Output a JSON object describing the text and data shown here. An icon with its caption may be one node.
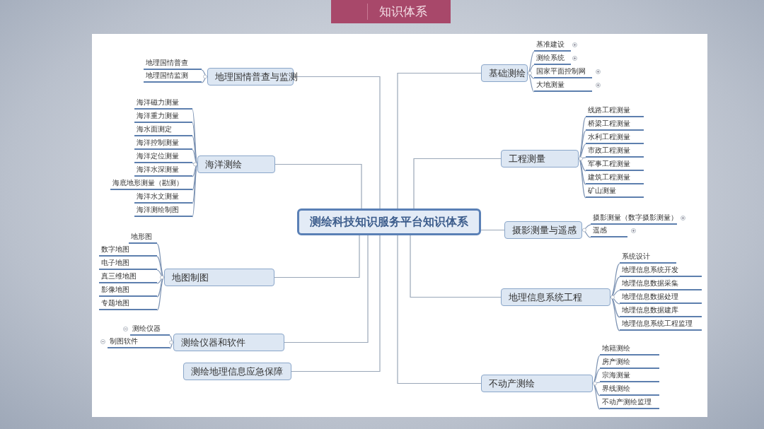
{
  "diagram": {
    "title": "知识体系",
    "nodes": [
      {
        "text": [
          "测绘科技知识服务平台知识体系"
        ]
      },
      {
        "text": [
          "地理国情普查与监测"
        ]
      },
      {
        "text": [
          "地理国情普查"
        ]
      },
      {
        "text": [
          "地理国情监测"
        ]
      },
      {
        "text": [
          "海洋测绘"
        ]
      },
      {
        "text": [
          "海洋磁力测量"
        ]
      },
      {
        "text": [
          "海洋重力测量"
        ]
      },
      {
        "text": [
          "海水面测定"
        ]
      },
      {
        "text": [
          "海洋控制测量"
        ]
      },
      {
        "text": [
          "海洋定位测量"
        ]
      },
      {
        "text": [
          "海洋水深测量"
        ]
      },
      {
        "text": [
          "海底地形测量（勘测）"
        ]
      },
      {
        "text": [
          "海洋水文测量"
        ]
      },
      {
        "text": [
          "海洋测绘制图"
        ]
      },
      {
        "text": [
          "地图制图"
        ]
      },
      {
        "text": [
          "地形图"
        ]
      },
      {
        "text": [
          "数字地图"
        ]
      },
      {
        "text": [
          "电子地图"
        ]
      },
      {
        "text": [
          "真三维地图"
        ]
      },
      {
        "text": [
          "影像地图"
        ]
      },
      {
        "text": [
          "专题地图"
        ]
      },
      {
        "text": [
          "测绘仪器和软件"
        ]
      },
      {
        "text": [
          "测绘仪器"
        ]
      },
      {
        "text": [
          "制图软件"
        ]
      },
      {
        "text": [
          "测绘地理信息应急保障"
        ]
      },
      {
        "text": [
          "基础测绘"
        ]
      },
      {
        "text": [
          "基准建设"
        ]
      },
      {
        "text": [
          "测绘系统"
        ]
      },
      {
        "text": [
          "国家平面控制网"
        ]
      },
      {
        "text": [
          "大地测量"
        ]
      },
      {
        "text": [
          "工程测量"
        ]
      },
      {
        "text": [
          "线路工程测量"
        ]
      },
      {
        "text": [
          "桥梁工程测量"
        ]
      },
      {
        "text": [
          "水利工程测量"
        ]
      },
      {
        "text": [
          "市政工程测量"
        ]
      },
      {
        "text": [
          "军事工程测量"
        ]
      },
      {
        "text": [
          "建筑工程测量"
        ]
      },
      {
        "text": [
          "矿山测量"
        ]
      },
      {
        "text": [
          "摄影测量与遥感"
        ]
      },
      {
        "text": [
          "摄影测量（数字摄影测量）"
        ]
      },
      {
        "text": [
          "遥感"
        ]
      },
      {
        "text": [
          "地理信息系统工程"
        ]
      },
      {
        "text": [
          "系统设计"
        ]
      },
      {
        "text": [
          "地理信息系统开发"
        ]
      },
      {
        "text": [
          "地理信息数据采集"
        ]
      },
      {
        "text": [
          "地理信息数据处理"
        ]
      },
      {
        "text": [
          "地理信息数据建库"
        ]
      },
      {
        "text": [
          "地理信息系统工程监理"
        ]
      },
      {
        "text": [
          "不动产测绘"
        ]
      },
      {
        "text": [
          "地籍测绘"
        ]
      },
      {
        "text": [
          "房产测绘"
        ]
      },
      {
        "text": [
          "宗海测量"
        ]
      },
      {
        "text": [
          "界线测绘"
        ]
      },
      {
        "text": [
          "不动产测绘监理"
        ]
      }
    ],
    "edges": [
      {
        "from": 0,
        "to": 1,
        "arrow": "none"
      },
      {
        "from": 0,
        "to": 4,
        "arrow": "none"
      },
      {
        "from": 0,
        "to": 14,
        "arrow": "none"
      },
      {
        "from": 0,
        "to": 21,
        "arrow": "none"
      },
      {
        "from": 0,
        "to": 24,
        "arrow": "none"
      },
      {
        "from": 0,
        "to": 25,
        "arrow": "none"
      },
      {
        "from": 0,
        "to": 30,
        "arrow": "none"
      },
      {
        "from": 0,
        "to": 38,
        "arrow": "none"
      },
      {
        "from": 0,
        "to": 41,
        "arrow": "none"
      },
      {
        "from": 0,
        "to": 48,
        "arrow": "none"
      },
      {
        "from": 1,
        "to": 2,
        "arrow": "none"
      },
      {
        "from": 1,
        "to": 3,
        "arrow": "none"
      },
      {
        "from": 4,
        "to": 5,
        "arrow": "none"
      },
      {
        "from": 4,
        "to": 6,
        "arrow": "none"
      },
      {
        "from": 4,
        "to": 7,
        "arrow": "none"
      },
      {
        "from": 4,
        "to": 8,
        "arrow": "none"
      },
      {
        "from": 4,
        "to": 9,
        "arrow": "none"
      },
      {
        "from": 4,
        "to": 10,
        "arrow": "none"
      },
      {
        "from": 4,
        "to": 11,
        "arrow": "none"
      },
      {
        "from": 4,
        "to": 12,
        "arrow": "none"
      },
      {
        "from": 4,
        "to": 13,
        "arrow": "none"
      },
      {
        "from": 14,
        "to": 15,
        "arrow": "none"
      },
      {
        "from": 14,
        "to": 16,
        "arrow": "none"
      },
      {
        "from": 14,
        "to": 17,
        "arrow": "none"
      },
      {
        "from": 14,
        "to": 18,
        "arrow": "none"
      },
      {
        "from": 14,
        "to": 19,
        "arrow": "none"
      },
      {
        "from": 14,
        "to": 20,
        "arrow": "none"
      },
      {
        "from": 21,
        "to": 22,
        "arrow": "none"
      },
      {
        "from": 21,
        "to": 23,
        "arrow": "none"
      },
      {
        "from": 25,
        "to": 26,
        "arrow": "none"
      },
      {
        "from": 25,
        "to": 27,
        "arrow": "none"
      },
      {
        "from": 25,
        "to": 28,
        "arrow": "none"
      },
      {
        "from": 25,
        "to": 29,
        "arrow": "none"
      },
      {
        "from": 30,
        "to": 31,
        "arrow": "none"
      },
      {
        "from": 30,
        "to": 32,
        "arrow": "none"
      },
      {
        "from": 30,
        "to": 33,
        "arrow": "none"
      },
      {
        "from": 30,
        "to": 34,
        "arrow": "none"
      },
      {
        "from": 30,
        "to": 35,
        "arrow": "none"
      },
      {
        "from": 30,
        "to": 36,
        "arrow": "none"
      },
      {
        "from": 30,
        "to": 37,
        "arrow": "none"
      },
      {
        "from": 38,
        "to": 39,
        "arrow": "none"
      },
      {
        "from": 38,
        "to": 40,
        "arrow": "none"
      },
      {
        "from": 41,
        "to": 42,
        "arrow": "none"
      },
      {
        "from": 41,
        "to": 43,
        "arrow": "none"
      },
      {
        "from": 41,
        "to": 44,
        "arrow": "none"
      },
      {
        "from": 41,
        "to": 45,
        "arrow": "none"
      },
      {
        "from": 41,
        "to": 46,
        "arrow": "none"
      },
      {
        "from": 41,
        "to": 47,
        "arrow": "none"
      },
      {
        "from": 48,
        "to": 49,
        "arrow": "none"
      },
      {
        "from": 48,
        "to": 50,
        "arrow": "none"
      },
      {
        "from": 48,
        "to": 51,
        "arrow": "none"
      },
      {
        "from": 48,
        "to": 52,
        "arrow": "none"
      },
      {
        "from": 48,
        "to": 53,
        "arrow": "none"
      }
    ]
  }
}
